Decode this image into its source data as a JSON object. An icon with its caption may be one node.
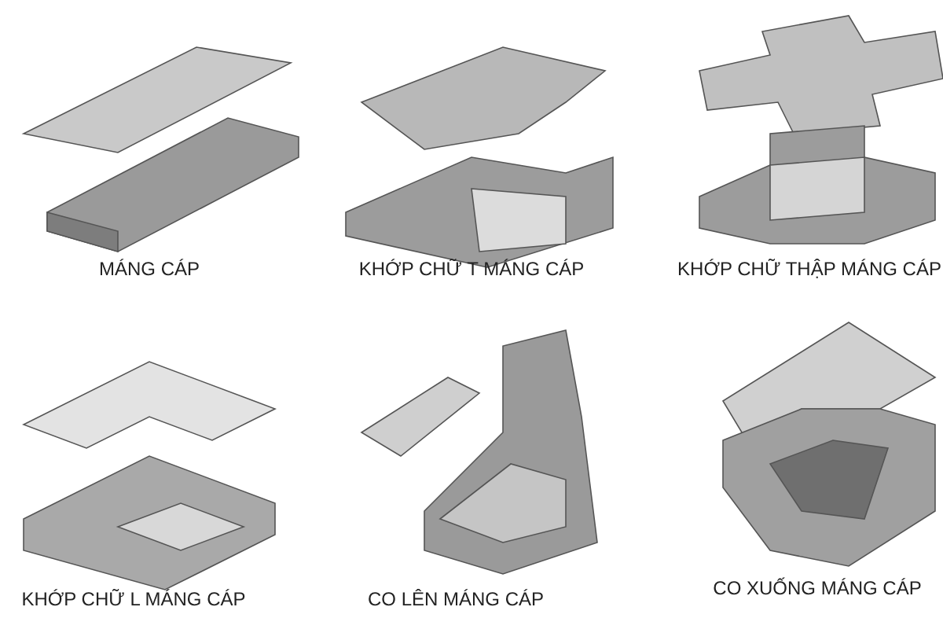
{
  "diagram": {
    "labels": [
      "MÁNG CÁP",
      "KHỚP CHỮ T MÁNG CÁP",
      "KHỚP CHỮ THẬP MÁNG CÁP",
      "KHỚP CHỮ L MÁNG CÁP",
      "CO LÊN MÁNG CÁP",
      "CO XUỐNG MÁNG CÁP"
    ]
  }
}
